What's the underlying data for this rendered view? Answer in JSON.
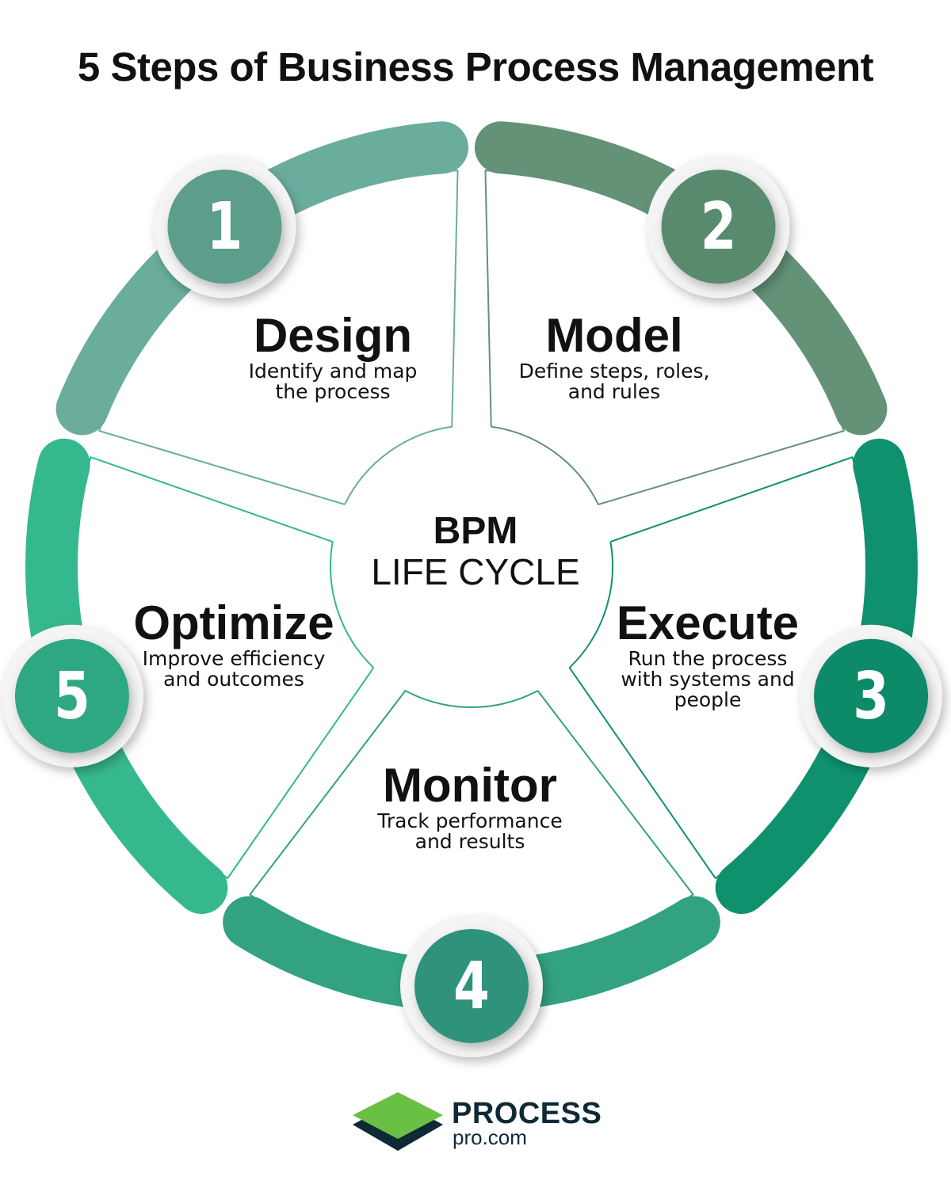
{
  "title": "5 Steps of Business Process Management",
  "center": {
    "line1": "BPM",
    "line2": "LIFE CYCLE"
  },
  "steps": [
    {
      "number": "1",
      "name": "Design",
      "description": "Identify and map the process",
      "desc_lines": [
        "Identify and map",
        "the process"
      ],
      "color": "#6aad9d",
      "badge_color": "#5c9d8b"
    },
    {
      "number": "2",
      "name": "Model",
      "description": "Define steps, roles, and rules",
      "desc_lines": [
        "Define steps, roles,",
        "and rules"
      ],
      "color": "#639277",
      "badge_color": "#588a6e"
    },
    {
      "number": "3",
      "name": "Execute",
      "description": "Run the process with systems and people",
      "desc_lines": [
        "Run the process",
        "with systems and",
        "people"
      ],
      "color": "#10916e",
      "badge_color": "#0f8a68"
    },
    {
      "number": "4",
      "name": "Monitor",
      "description": "Track performance and results",
      "desc_lines": [
        "Track performance",
        "and results"
      ],
      "color": "#32a281",
      "badge_color": "#2d937a"
    },
    {
      "number": "5",
      "name": "Optimize",
      "description": "Improve efficiency and outcomes",
      "desc_lines": [
        "Improve efficiency",
        "and outcomes"
      ],
      "color": "#36b88e",
      "badge_color": "#2fa882"
    }
  ],
  "logo": {
    "brand": "PROCESS",
    "domain": "pro.com",
    "green": "#6abf45",
    "dark": "#0f2a36"
  }
}
